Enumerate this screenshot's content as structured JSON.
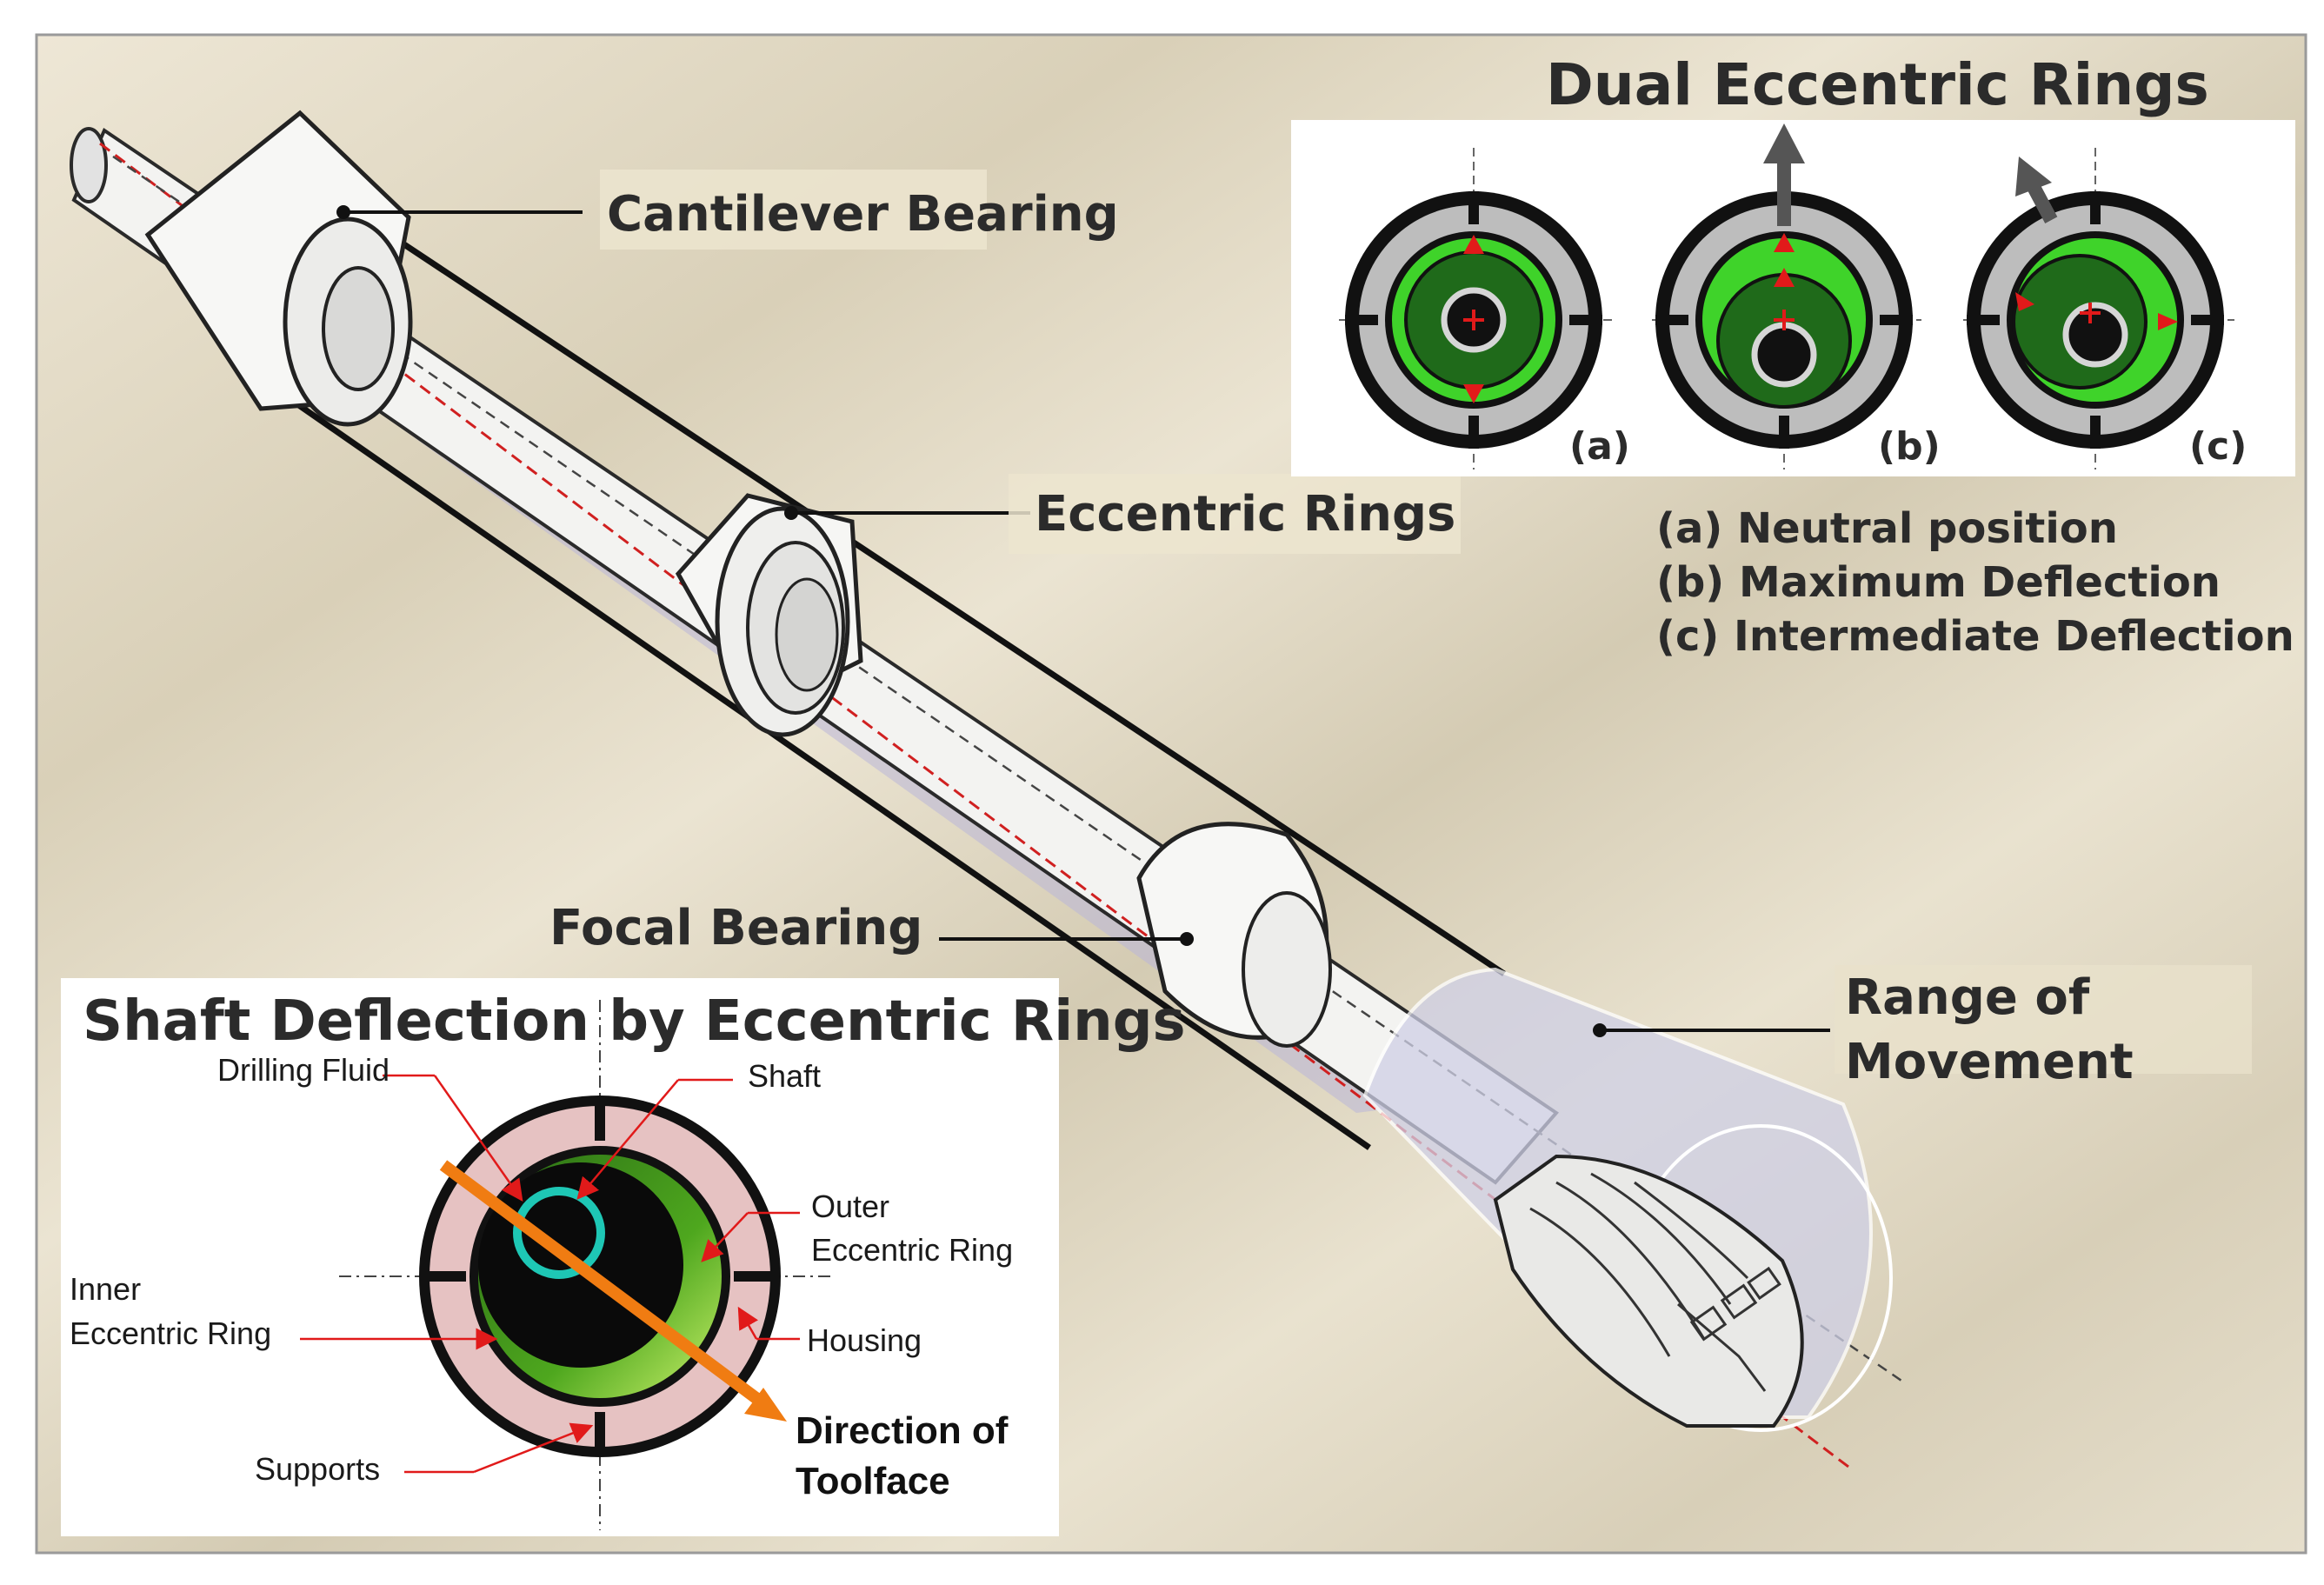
{
  "labels": {
    "cantilever_bearing": "Cantilever Bearing",
    "eccentric_rings": "Eccentric Rings",
    "focal_bearing": "Focal Bearing",
    "range_of_movement_1": "Range of",
    "range_of_movement_2": "Movement"
  },
  "dual_rings": {
    "title": "Dual Eccentric Rings",
    "panels": [
      "(a)",
      "(b)",
      "(c)"
    ],
    "legend": [
      "(a) Neutral position",
      "(b) Maximum Deflection",
      "(c) Intermediate Deflection"
    ]
  },
  "inset": {
    "title": "Shaft Deflection by Eccentric Rings",
    "drilling_fluid": "Drilling Fluid",
    "shaft": "Shaft",
    "outer_ring_1": "Outer",
    "outer_ring_2": "Eccentric Ring",
    "inner_ring_1": "Inner",
    "inner_ring_2": "Eccentric Ring",
    "housing": "Housing",
    "supports": "Supports",
    "toolface_1": "Direction of",
    "toolface_2": "Toolface"
  },
  "colors": {
    "background_top": "#e9e1cf",
    "background_band": "#d6cdb6",
    "ring_green": "#33cc22",
    "ring_dark_green": "#1f6a1a",
    "housing_gray": "#b8b8b8",
    "marker_red": "#e11a1a",
    "arrow_gray": "#555555",
    "toolface_orange": "#f07c12",
    "shaft_cyan": "#1ec7b5",
    "housing_pink": "#e6c2c2"
  }
}
